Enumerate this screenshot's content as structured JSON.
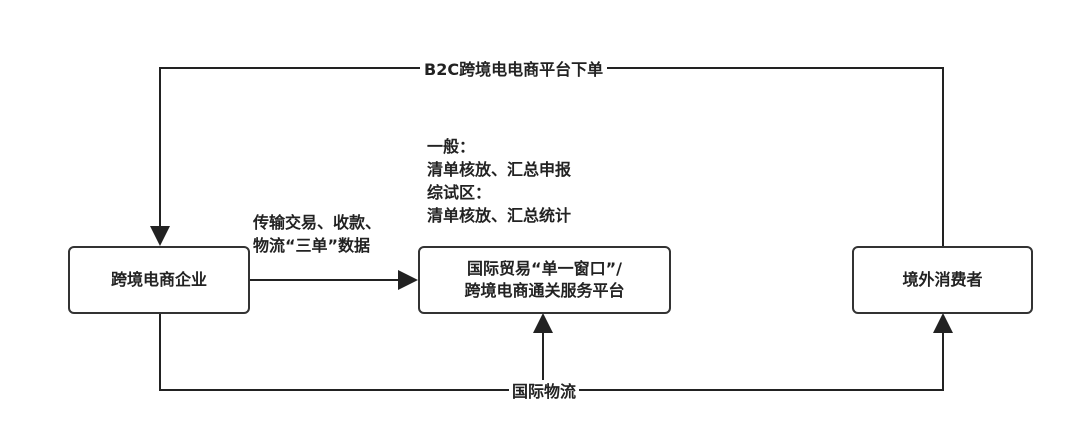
{
  "nodes": {
    "enterprise": "跨境电商企业",
    "platform_line1": "国际贸易“单一窗口”/",
    "platform_line2": "跨境电商通关服务平台",
    "consumer": "境外消费者"
  },
  "edges": {
    "top": "B2C跨境电电商平台下单",
    "data_line1": "传输交易、收款、",
    "data_line2": "物流“三单”数据",
    "bottom": "国际物流"
  },
  "note": {
    "line1": "一般：",
    "line2": "清单核放、汇总申报",
    "line3": "综试区：",
    "line4": "清单核放、汇总统计"
  }
}
